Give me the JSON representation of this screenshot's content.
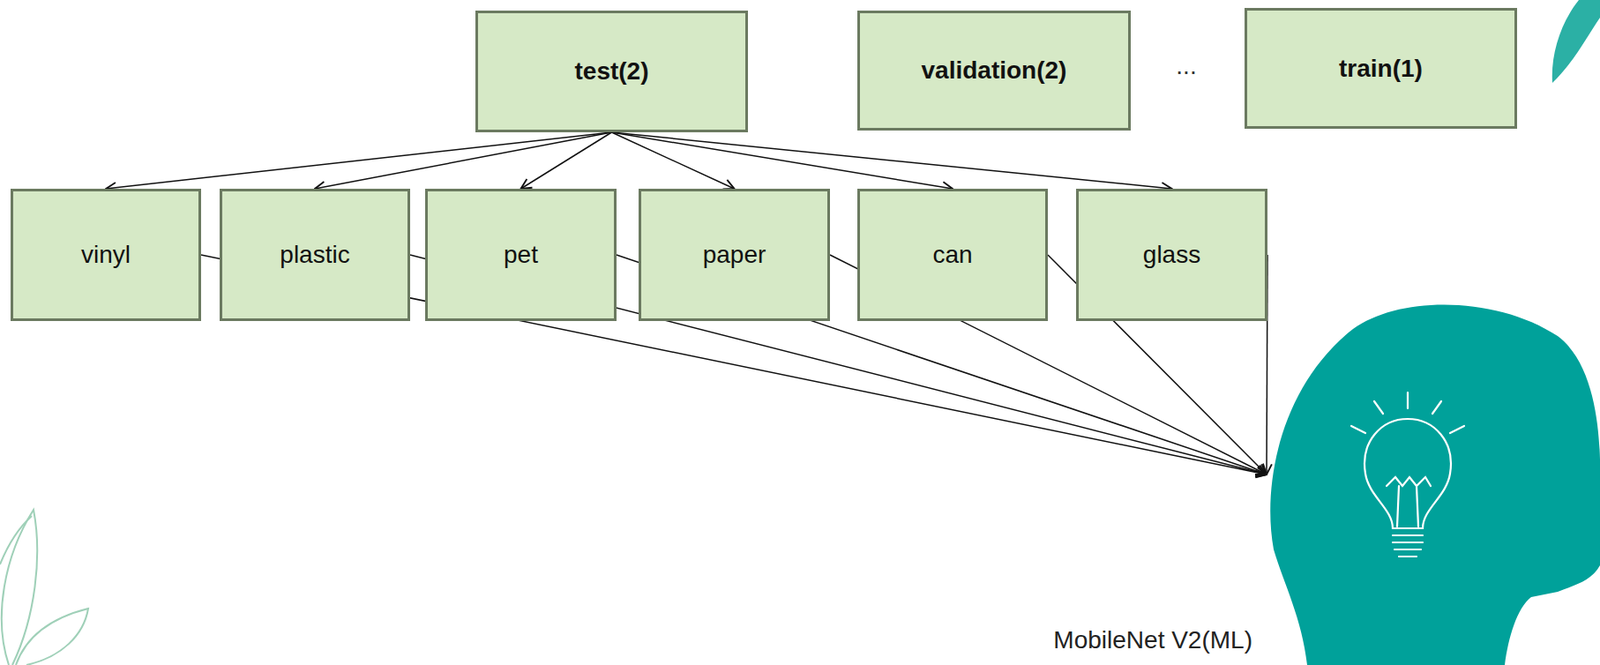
{
  "diagram": {
    "nodes": [
      {
        "text": [
          "test(2)"
        ]
      },
      {
        "text": [
          "validation(2)"
        ]
      },
      {
        "text": [
          "train(1)"
        ]
      },
      {
        "text": [
          "vinyl"
        ]
      },
      {
        "text": [
          "plastic"
        ]
      },
      {
        "text": [
          "pet"
        ]
      },
      {
        "text": [
          "paper"
        ]
      },
      {
        "text": [
          "can"
        ]
      },
      {
        "text": [
          "glass"
        ]
      },
      {
        "text": [
          "MobileNet V2(ML)"
        ]
      }
    ],
    "edges": [
      {
        "from": 0,
        "to": 3,
        "arrow": "to"
      },
      {
        "from": 0,
        "to": 4,
        "arrow": "to"
      },
      {
        "from": 0,
        "to": 5,
        "arrow": "to"
      },
      {
        "from": 0,
        "to": 6,
        "arrow": "to"
      },
      {
        "from": 0,
        "to": 7,
        "arrow": "to"
      },
      {
        "from": 0,
        "to": 8,
        "arrow": "to"
      },
      {
        "from": 3,
        "to": 9,
        "arrow": "to"
      },
      {
        "from": 4,
        "to": 9,
        "arrow": "to"
      },
      {
        "from": 5,
        "to": 9,
        "arrow": "to"
      },
      {
        "from": 6,
        "to": 9,
        "arrow": "to"
      },
      {
        "from": 7,
        "to": 9,
        "arrow": "to"
      },
      {
        "from": 8,
        "to": 9,
        "arrow": "to"
      }
    ],
    "labels": [
      "..."
    ]
  }
}
